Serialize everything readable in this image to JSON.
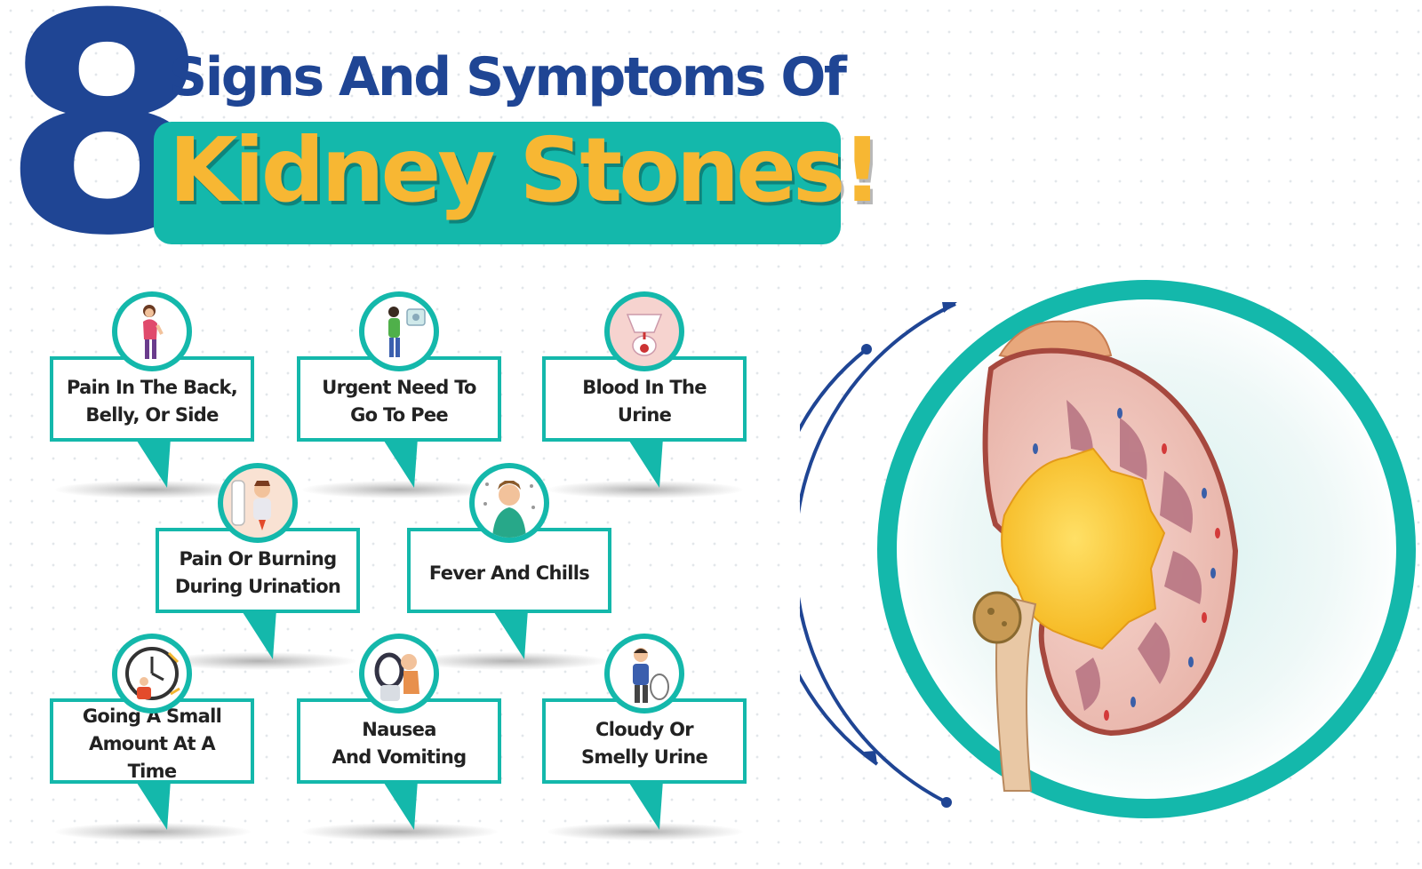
{
  "header": {
    "number": "8",
    "subtitle": "Signs And Symptoms Of",
    "title": "Kidney Stones!"
  },
  "symptoms": [
    {
      "label": "Pain In The Back,\nBelly, Or Side",
      "icon": "back-pain-icon"
    },
    {
      "label": "Urgent Need To\nGo To Pee",
      "icon": "urgent-pee-icon"
    },
    {
      "label": "Blood In The Urine",
      "icon": "blood-urine-icon"
    },
    {
      "label": "Pain Or Burning\nDuring Urination",
      "icon": "burning-urination-icon"
    },
    {
      "label": "Fever And Chills",
      "icon": "fever-chills-icon"
    },
    {
      "label": "Going A Small\nAmount At A Time",
      "icon": "small-amount-icon"
    },
    {
      "label": "Nausea\nAnd Vomiting",
      "icon": "nausea-vomiting-icon"
    },
    {
      "label": "Cloudy Or\nSmelly Urine",
      "icon": "cloudy-urine-icon"
    }
  ],
  "colors": {
    "navy": "#1f4594",
    "teal": "#14b8ab",
    "gold": "#f7b733"
  },
  "illustration": "kidney-cross-section"
}
